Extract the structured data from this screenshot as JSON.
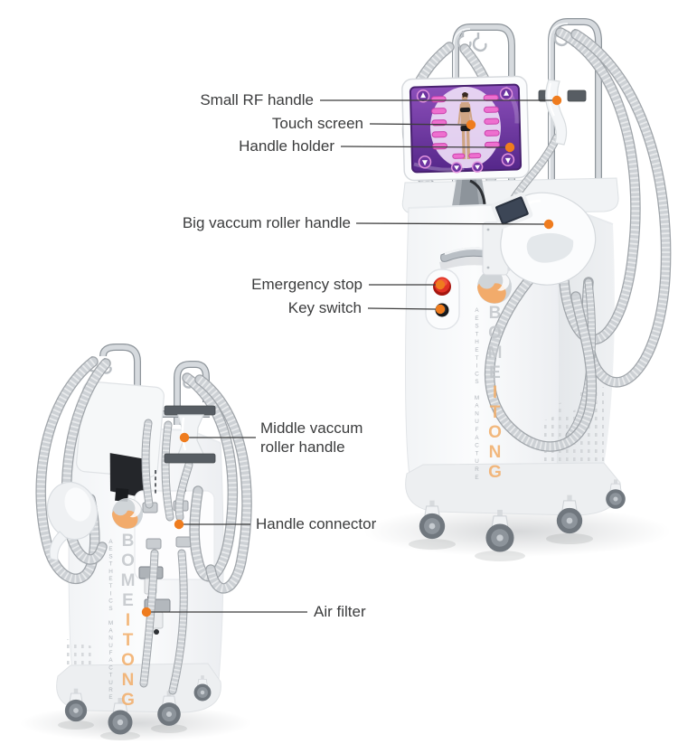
{
  "page": {
    "background": "#ffffff",
    "description": "Annotated product diagram of a vacuum roller RF body-slimming machine, front view and rear view"
  },
  "brand": {
    "name_top": "BOME",
    "name_bottom": "ITONG",
    "tagline": "AESTHETICS MANUFACTURE",
    "gray": "#c2c6ca",
    "orange": "#f2ad68"
  },
  "annotations": {
    "small_rf_handle": "Small RF handle",
    "touch_screen": "Touch screen",
    "handle_holder": "Handle holder",
    "big_vaccum_roller_handle": "Big vaccum roller handle",
    "emergency_stop": "Emergency stop",
    "key_switch": "Key switch",
    "middle_vaccum_roller_handle": "Middle vaccum roller handle",
    "handle_connector": "Handle connector",
    "air_filter": "Air filter"
  },
  "colors": {
    "label_text": "#3b3c3d",
    "leader_line": "#3c3c3c",
    "leader_dot": "#ef7c1e",
    "emergency_stop_red": "#e03024",
    "screen_purple": "#6d34a0",
    "screen_pink_button": "#ee6fcf",
    "machine_body": "#f4f6f8",
    "hose_gray": "#cdd1d5"
  }
}
